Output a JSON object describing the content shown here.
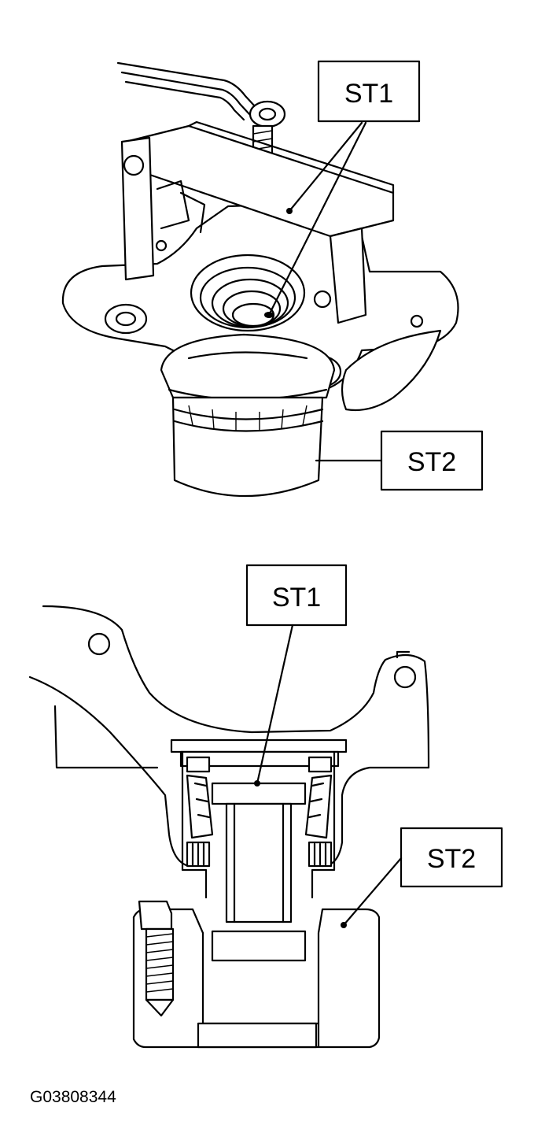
{
  "diagram": {
    "top_view": {
      "callout_st1": "ST1",
      "callout_st2": "ST2"
    },
    "section_view": {
      "callout_st1": "ST1",
      "callout_st2": "ST2"
    },
    "figure_code": "G03808344"
  }
}
